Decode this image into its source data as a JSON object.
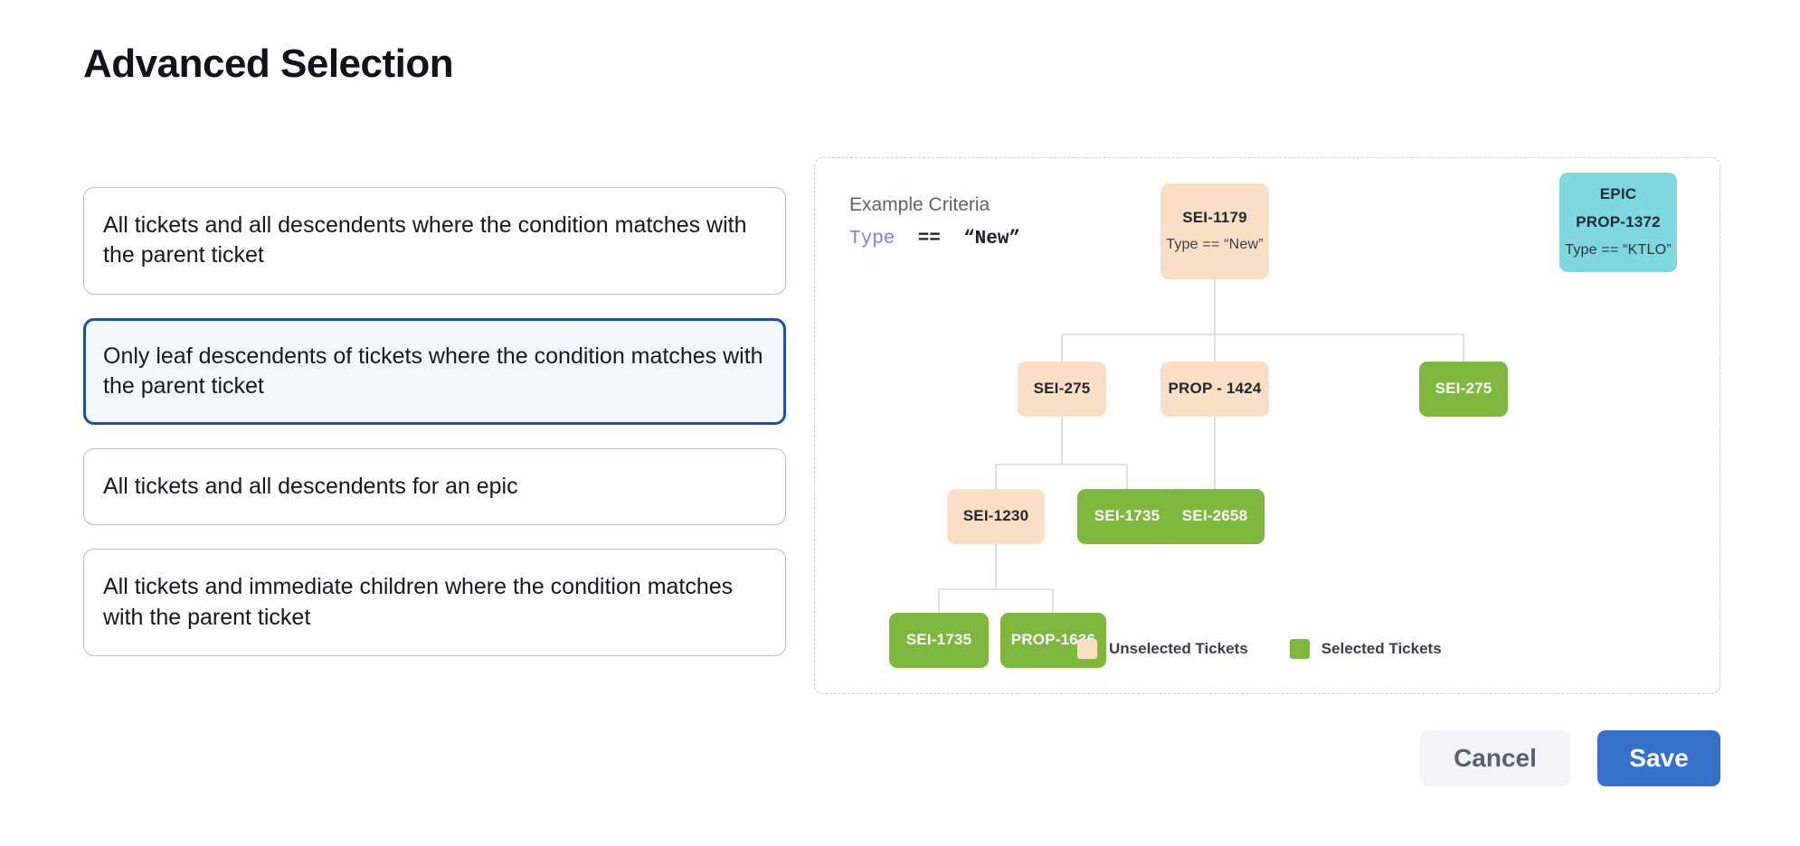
{
  "page": {
    "title": "Advanced Selection"
  },
  "options": [
    {
      "id": "all-descendents-condition",
      "label": "All tickets and all descendents where the condition matches with the parent ticket",
      "selected": false
    },
    {
      "id": "leaf-descendents-condition",
      "label": "Only leaf descendents of tickets where the condition matches with the parent ticket",
      "selected": true
    },
    {
      "id": "all-descendents-epic",
      "label": "All tickets and all descendents for an epic",
      "selected": false
    },
    {
      "id": "immediate-children-condition",
      "label": "All tickets and immediate children where the condition matches with the parent ticket",
      "selected": false
    }
  ],
  "diagram": {
    "criteria_label": "Example Criteria",
    "criteria": {
      "field": "Type",
      "operator": "==",
      "value": "“New”"
    },
    "nodes": {
      "root": {
        "title": "SEI-1179",
        "subtitle": "Type == “New”",
        "state": "unselected"
      },
      "epic": {
        "kind": "EPIC",
        "title": "PROP-1372",
        "subtitle": "Type == “KTLO”",
        "state": "epic"
      },
      "sei275a": {
        "title": "SEI-275",
        "state": "unselected"
      },
      "prop1424": {
        "title": "PROP - 1424",
        "state": "unselected"
      },
      "sei275b": {
        "title": "SEI-275",
        "state": "selected"
      },
      "sei1230": {
        "title": "SEI-1230",
        "state": "unselected"
      },
      "sei1735a": {
        "title": "SEI-1735",
        "state": "selected"
      },
      "sei2658": {
        "title": "SEI-2658",
        "state": "selected"
      },
      "sei1735b": {
        "title": "SEI-1735",
        "state": "selected"
      },
      "prop1636": {
        "title": "PROP-1636",
        "state": "selected"
      }
    },
    "legend": [
      {
        "label": "Unselected Tickets",
        "color": "#fadfc6"
      },
      {
        "label": "Selected Tickets",
        "color": "#7fb73e"
      }
    ]
  },
  "footer": {
    "cancel_label": "Cancel",
    "save_label": "Save"
  },
  "colors": {
    "accent_blue": "#3571c9",
    "selected_border": "#1f4fa0",
    "selected_bg": "#f2f9fc",
    "unselected_ticket": "#fadfc6",
    "selected_ticket": "#7fb73e",
    "epic_ticket": "#7fd7e0",
    "criteria_field": "#7b7fe8",
    "connector": "#d7d9e0"
  }
}
